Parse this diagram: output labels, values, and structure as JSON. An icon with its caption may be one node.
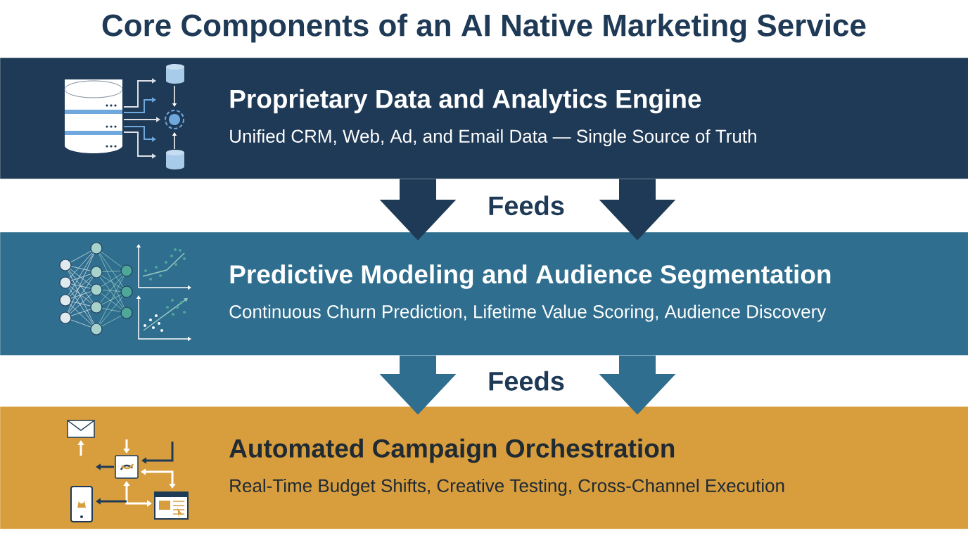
{
  "diagram": {
    "title": "Core Components of an AI Native Marketing Service",
    "nodes": [
      {
        "text": [
          "Proprietary Data and Analytics Engine",
          "Unified CRM, Web, Ad, and Email Data — Single Source of Truth"
        ]
      },
      {
        "text": [
          "Predictive Modeling and Audience Segmentation",
          "Continuous Churn Prediction, Lifetime Value Scoring, Audience Discovery"
        ]
      },
      {
        "text": [
          "Automated Campaign Orchestration",
          "Real-Time Budget Shifts, Creative Testing, Cross-Channel Execution"
        ]
      }
    ],
    "edges": [
      {
        "from": 0,
        "to": 1,
        "arrow": "to",
        "label": "Feeds",
        "color": "#1f3a56"
      },
      {
        "from": 0,
        "to": 1,
        "arrow": "to",
        "color": "#1f3a56"
      },
      {
        "from": 1,
        "to": 2,
        "arrow": "to",
        "label": "Feeds",
        "color": "#2f6e8e"
      },
      {
        "from": 1,
        "to": 2,
        "arrow": "to",
        "color": "#2f6e8e"
      }
    ]
  }
}
